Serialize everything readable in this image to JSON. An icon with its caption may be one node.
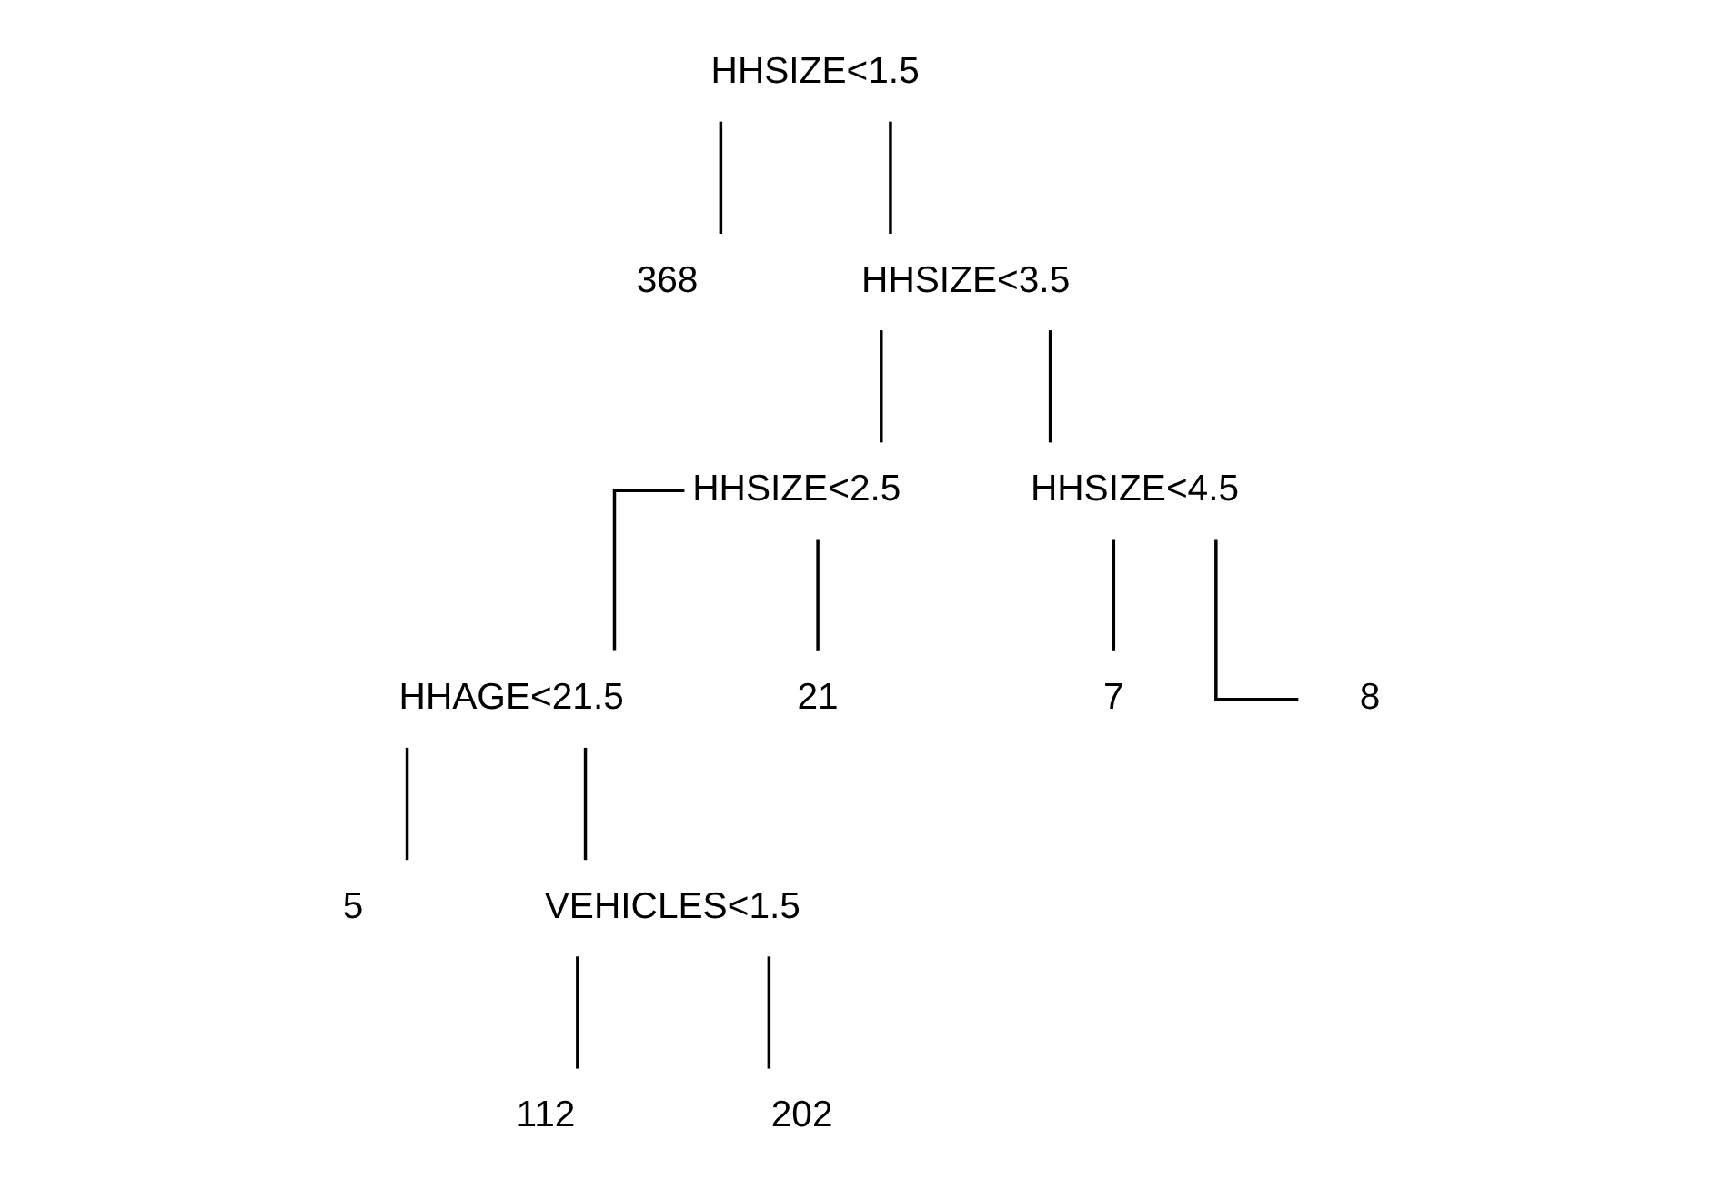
{
  "diagram": {
    "nodes": [
      {
        "text": [
          "HHSIZE<1.5"
        ]
      },
      {
        "text": [
          "368"
        ]
      },
      {
        "text": [
          "HHSIZE<3.5"
        ]
      },
      {
        "text": [
          "HHSIZE<2.5"
        ]
      },
      {
        "text": [
          "HHSIZE<4.5"
        ]
      },
      {
        "text": [
          "HHAGE<21.5"
        ]
      },
      {
        "text": [
          "21"
        ]
      },
      {
        "text": [
          "7"
        ]
      },
      {
        "text": [
          "8"
        ]
      },
      {
        "text": [
          "5"
        ]
      },
      {
        "text": [
          "VEHICLES<1.5"
        ]
      },
      {
        "text": [
          "112"
        ]
      },
      {
        "text": [
          "202"
        ]
      }
    ],
    "edges": [
      {
        "from": 0,
        "to": 1,
        "arrow": "none"
      },
      {
        "from": 0,
        "to": 2,
        "arrow": "none"
      },
      {
        "from": 2,
        "to": 3,
        "arrow": "none"
      },
      {
        "from": 2,
        "to": 4,
        "arrow": "none"
      },
      {
        "from": 3,
        "to": 5,
        "arrow": "none"
      },
      {
        "from": 3,
        "to": 6,
        "arrow": "none"
      },
      {
        "from": 4,
        "to": 7,
        "arrow": "none"
      },
      {
        "from": 4,
        "to": 8,
        "arrow": "none"
      },
      {
        "from": 5,
        "to": 9,
        "arrow": "none"
      },
      {
        "from": 5,
        "to": 10,
        "arrow": "none"
      },
      {
        "from": 10,
        "to": 11,
        "arrow": "none"
      },
      {
        "from": 10,
        "to": 12,
        "arrow": "none"
      }
    ]
  }
}
